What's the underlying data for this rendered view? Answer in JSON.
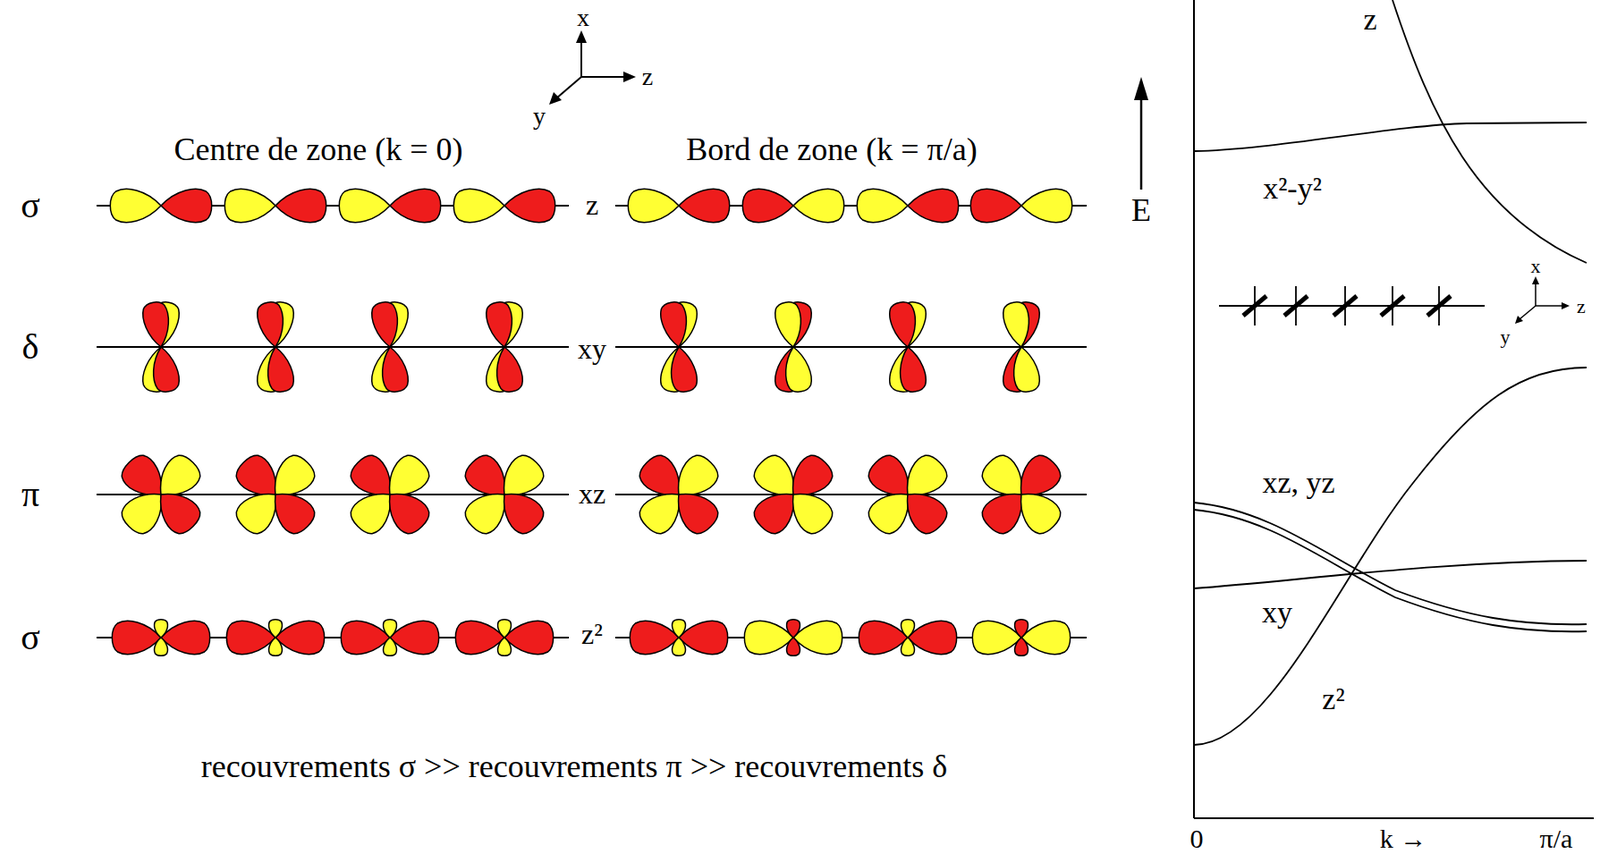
{
  "diagram": {
    "labels": [
      "x",
      "z",
      "y",
      "Centre de zone (k = 0)",
      "Bord de zone (k = π/a)",
      "E",
      "σ",
      "z",
      "δ",
      "xy",
      "π",
      "xz",
      "σ",
      "z²",
      "recouvrements σ >> recouvrements π >> recouvrements δ",
      "z",
      "x²-y²",
      "xz, yz",
      "xy",
      "z²",
      "x",
      "z",
      "y",
      "0",
      "k →",
      "π/a"
    ]
  }
}
